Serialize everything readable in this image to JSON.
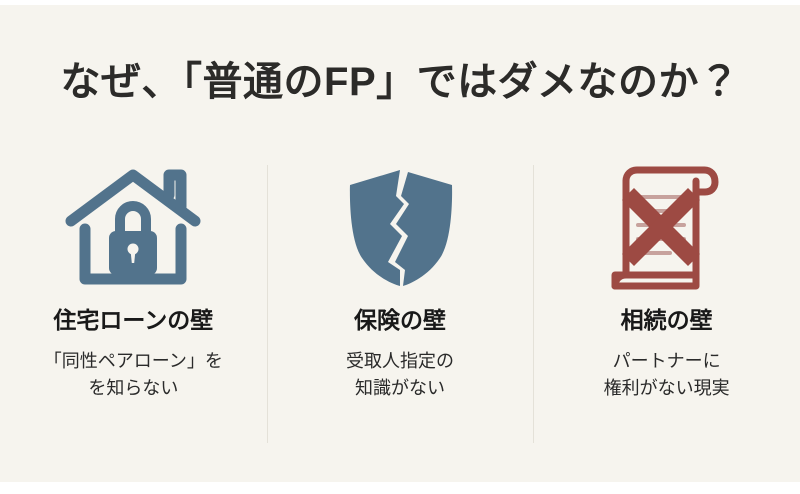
{
  "slide": {
    "title": "なぜ、「普通のFP」ではダメなのか？",
    "background_color": "#f6f4ee",
    "title_color": "#2c2b29",
    "divider_color": "#e4e1d8",
    "accent_blue": "#52738c",
    "accent_red": "#9d4a43"
  },
  "columns": [
    {
      "icon": "house-lock-icon",
      "icon_color": "#52738c",
      "heading": "住宅ローンの壁",
      "body_lines": [
        "「同性ペアローン」を",
        "を知らない"
      ]
    },
    {
      "icon": "cracked-shield-icon",
      "icon_color": "#52738c",
      "heading": "保険の壁",
      "body_lines": [
        "受取人指定の",
        "知識がない"
      ]
    },
    {
      "icon": "scroll-rejected-icon",
      "icon_color": "#9d4a43",
      "heading": "相続の壁",
      "body_lines": [
        "パートナーに",
        "権利がない現実"
      ]
    }
  ]
}
